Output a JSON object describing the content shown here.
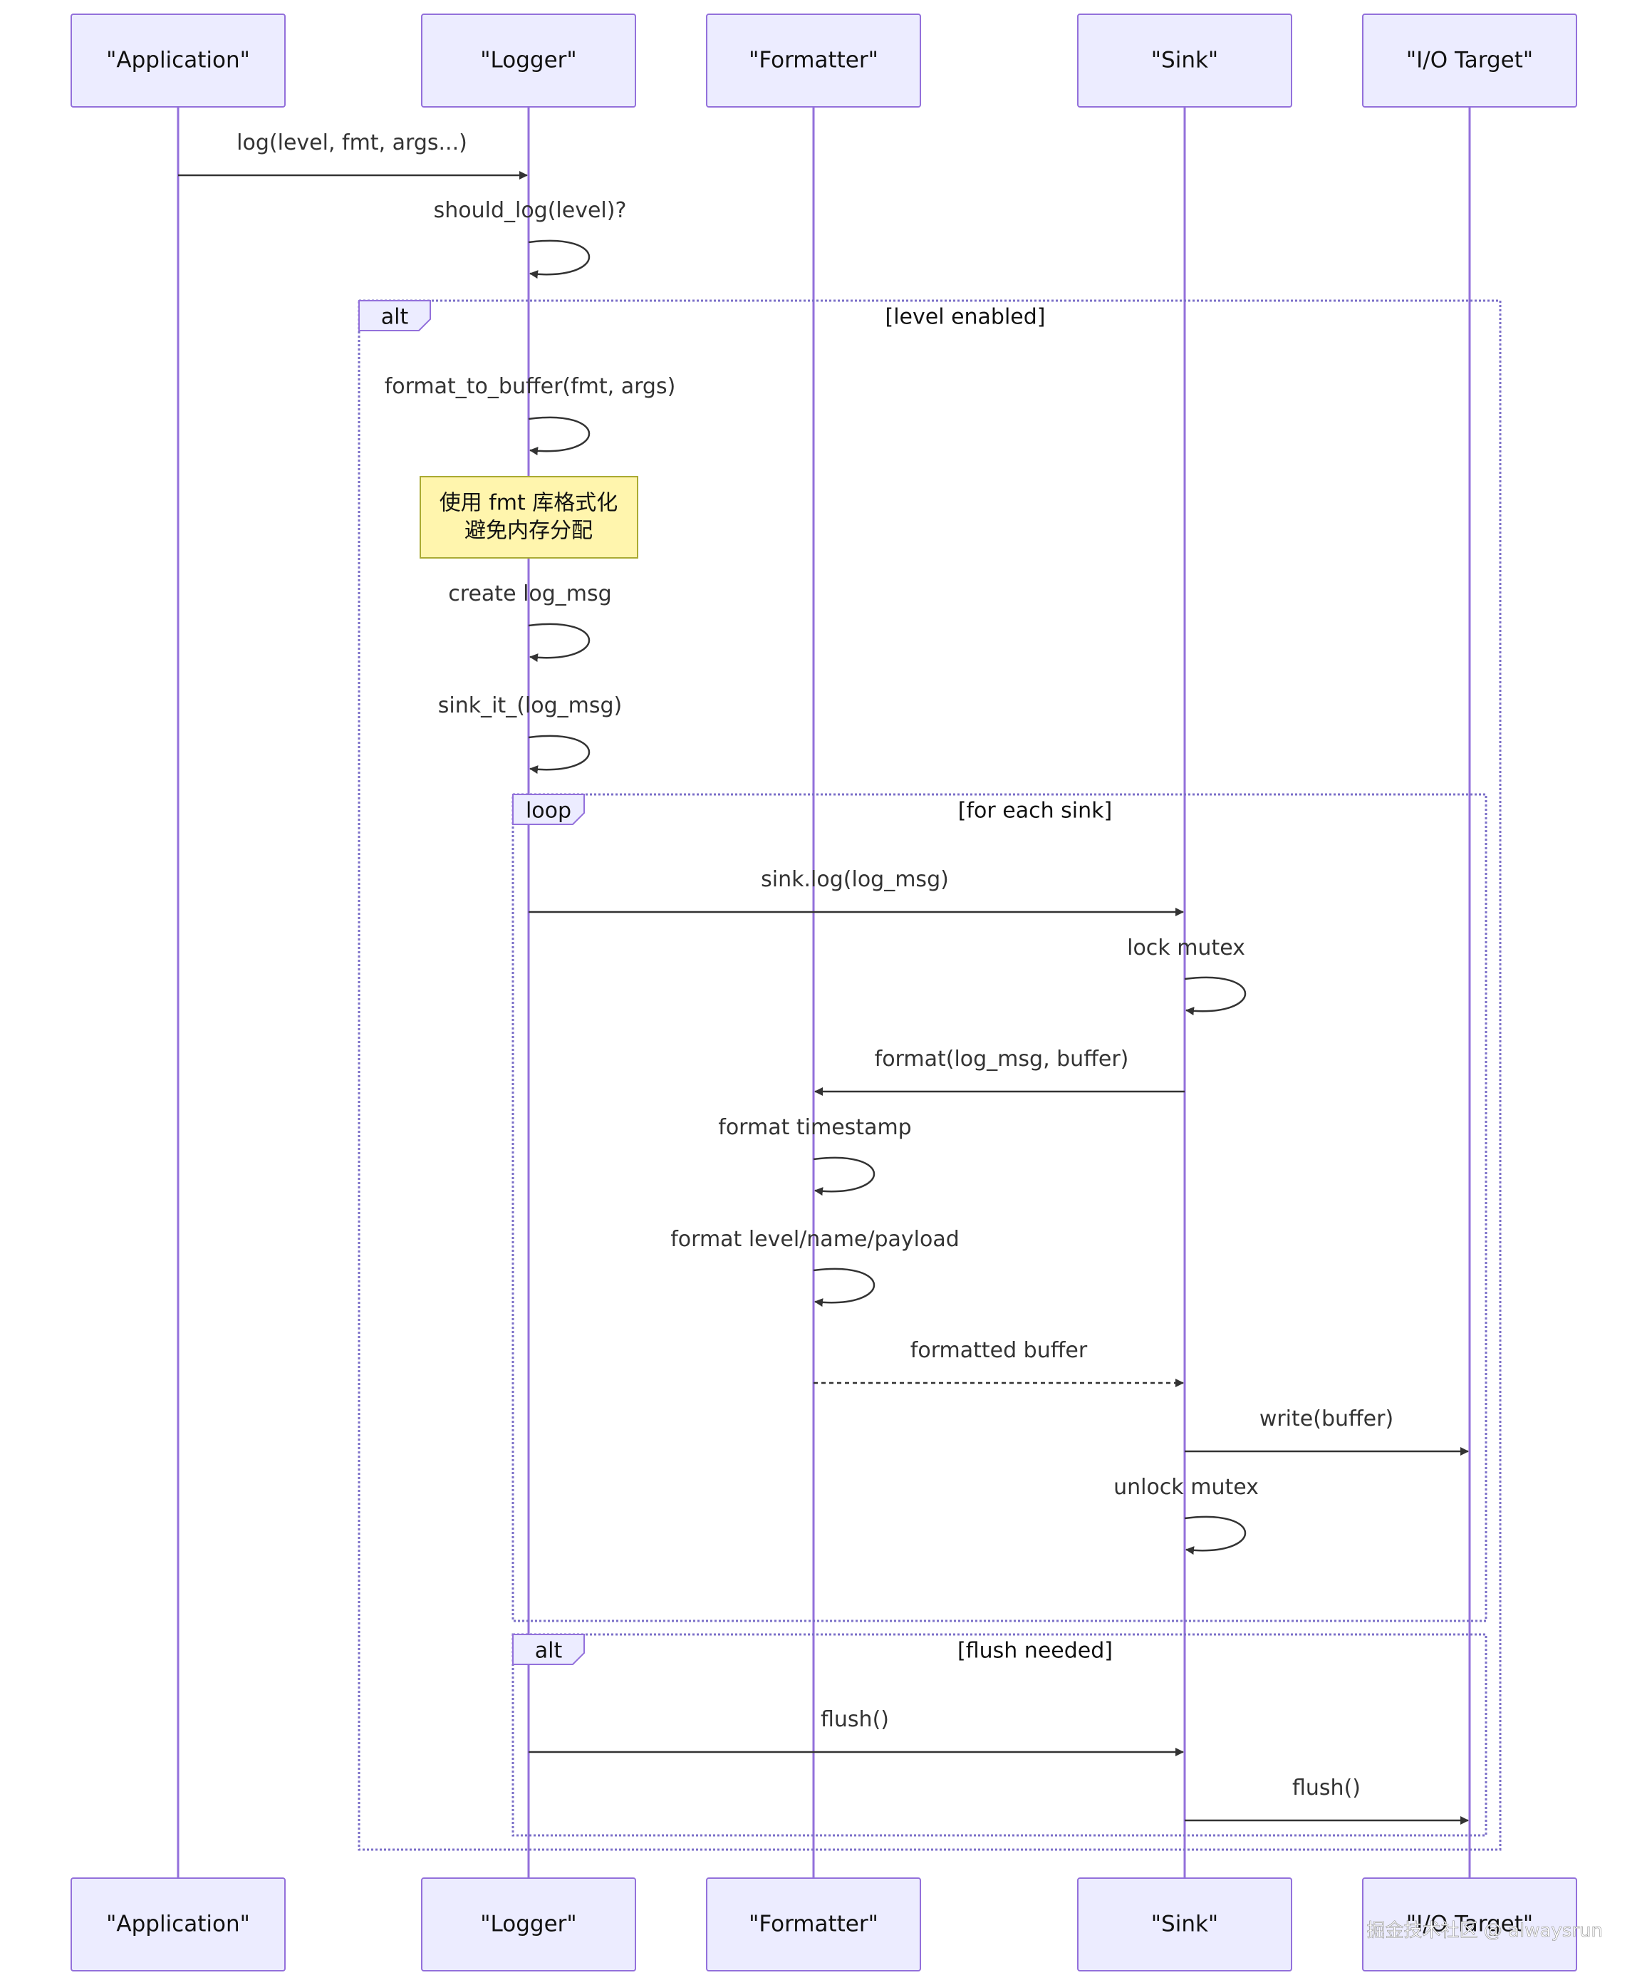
{
  "actors": [
    {
      "id": "app",
      "label": "\"Application\""
    },
    {
      "id": "logger",
      "label": "\"Logger\""
    },
    {
      "id": "formatter",
      "label": "\"Formatter\""
    },
    {
      "id": "sink",
      "label": "\"Sink\""
    },
    {
      "id": "io",
      "label": "\"I/O Target\""
    }
  ],
  "messages": [
    {
      "from": "app",
      "to": "logger",
      "text": "log(level, fmt, args...)",
      "style": "solid"
    },
    {
      "from": "logger",
      "to": "logger",
      "text": "should_log(level)?",
      "style": "solid"
    },
    {
      "from": "logger",
      "to": "logger",
      "text": "format_to_buffer(fmt, args)",
      "style": "solid"
    },
    {
      "from": "logger",
      "to": "logger",
      "text": "create log_msg",
      "style": "solid"
    },
    {
      "from": "logger",
      "to": "logger",
      "text": "sink_it_(log_msg)",
      "style": "solid"
    },
    {
      "from": "logger",
      "to": "sink",
      "text": "sink.log(log_msg)",
      "style": "solid"
    },
    {
      "from": "sink",
      "to": "sink",
      "text": "lock mutex",
      "style": "solid"
    },
    {
      "from": "sink",
      "to": "formatter",
      "text": "format(log_msg, buffer)",
      "style": "solid"
    },
    {
      "from": "formatter",
      "to": "formatter",
      "text": "format timestamp",
      "style": "solid"
    },
    {
      "from": "formatter",
      "to": "formatter",
      "text": "format level/name/payload",
      "style": "solid"
    },
    {
      "from": "formatter",
      "to": "sink",
      "text": "formatted buffer",
      "style": "dashed"
    },
    {
      "from": "sink",
      "to": "io",
      "text": "write(buffer)",
      "style": "solid"
    },
    {
      "from": "sink",
      "to": "sink",
      "text": "unlock mutex",
      "style": "solid"
    },
    {
      "from": "logger",
      "to": "sink",
      "text": "flush()",
      "style": "solid"
    },
    {
      "from": "sink",
      "to": "io",
      "text": "flush()",
      "style": "solid"
    }
  ],
  "frames": [
    {
      "label": "alt",
      "condition": "[level enabled]"
    },
    {
      "label": "loop",
      "condition": "[for each sink]"
    },
    {
      "label": "alt",
      "condition": "[flush needed]"
    }
  ],
  "note": {
    "over": "logger",
    "lines": [
      "使用 fmt 库格式化",
      "避免内存分配"
    ]
  },
  "watermark": "掘金技术社区 @ alwaysrun",
  "colors": {
    "actor_fill": "#ECECFF",
    "actor_stroke": "#9370DB",
    "lifeline": "#9370DB",
    "message": "#333333",
    "note_fill": "#FFF5AD",
    "note_stroke": "#AAAA33",
    "frame": "#7B6FC8"
  }
}
